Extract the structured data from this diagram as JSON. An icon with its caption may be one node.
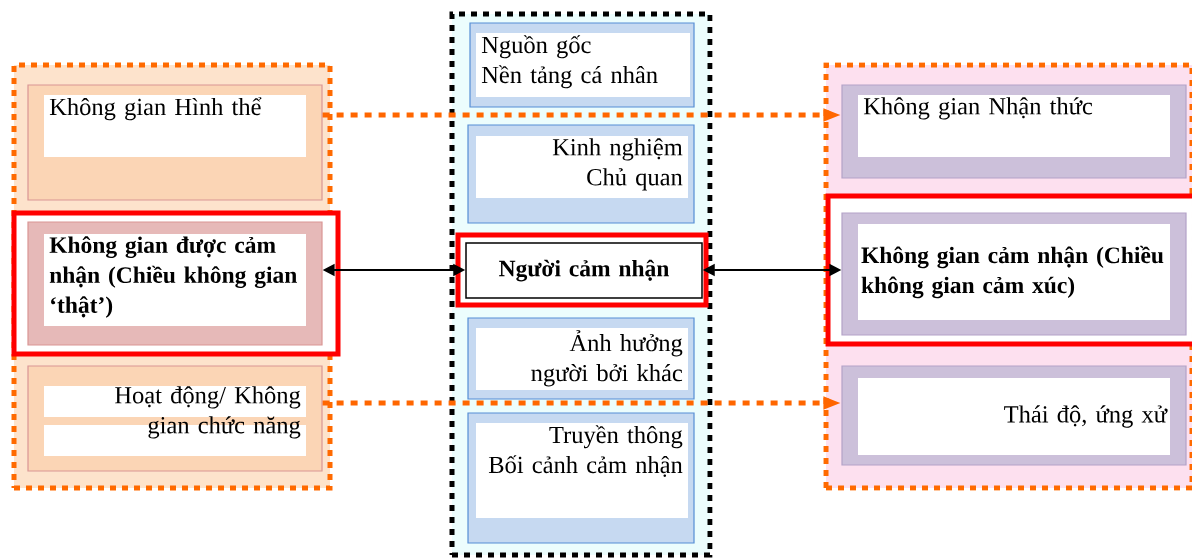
{
  "diagram": {
    "nodes": [
      {
        "text": [],
        "shape": "box"
      },
      {
        "text": [
          "Không gian Hình thể"
        ],
        "in": 0
      },
      {
        "text": [
          "Không gian được cảm nhận (Chiều không gian ‘thật’)"
        ],
        "in": 0
      },
      {
        "text": [
          "Hoạt động/ Không gian chức năng"
        ],
        "in": 0
      },
      {
        "text": [],
        "shape": "box"
      },
      {
        "text": [
          "Nguồn gốc",
          "Nền tảng cá nhân"
        ],
        "in": 4
      },
      {
        "text": [
          "Kinh nghiệm",
          "Chủ quan"
        ],
        "in": 4
      },
      {
        "text": [
          "Người cảm nhận"
        ],
        "in": 4
      },
      {
        "text": [
          "Ảnh hưởng người bởi khác"
        ],
        "in": 4
      },
      {
        "text": [
          "Truyền thông",
          "Bối cảnh cảm nhận"
        ],
        "in": 4
      },
      {
        "text": [],
        "shape": "box"
      },
      {
        "text": [
          "Không gian Nhận thức"
        ],
        "in": 10
      },
      {
        "text": [
          "Không gian cảm nhận (Chiều không gian cảm xúc)"
        ],
        "in": 10
      },
      {
        "text": [
          "Thái độ, ứng xử"
        ],
        "in": 10
      }
    ],
    "edges": [
      {
        "from": 1,
        "to": 11,
        "arrow": "to",
        "style": "dashed",
        "color": "#ff6600"
      },
      {
        "from": 3,
        "to": 13,
        "arrow": "to",
        "style": "dashed",
        "color": "#ff6600"
      },
      {
        "from": 2,
        "to": 7,
        "arrow": "both",
        "color": "#000000"
      },
      {
        "from": 7,
        "to": 12,
        "arrow": "both",
        "color": "#000000"
      }
    ]
  }
}
